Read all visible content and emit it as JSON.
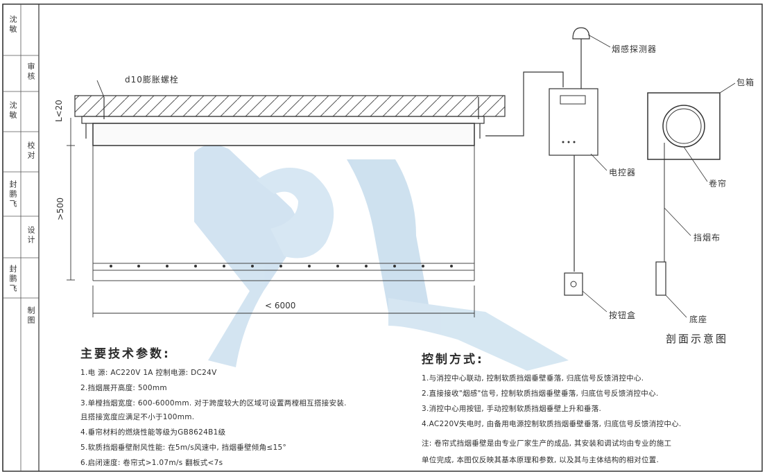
{
  "title_block": {
    "cells": [
      "沈敏",
      "审核",
      "沈敏",
      "校对",
      "封鹏飞",
      "设计",
      "封鹏飞",
      "制图"
    ]
  },
  "drawing": {
    "bolt_label": "d10膨胀螺栓",
    "gap_label": "L<20",
    "height_label": ">500",
    "width_label": "< 6000",
    "detector_label": "烟感探测器",
    "controller_label": "电控器",
    "button_label": "按钮盒",
    "housing_label": "包箱",
    "roller_label": "卷帘",
    "curtain_label": "挡烟布",
    "base_label": "底座",
    "section_title": "剖面示意图"
  },
  "params": {
    "title": "主要技术参数:",
    "items": [
      "1.电   源:   AC220V   1A        控制电源:   DC24V",
      "2.挡烟展开高度:   500mm",
      "3.单樘挡烟宽度:   600-6000mm. 对于跨度较大的区域可设置两樘相互搭接安装.",
      "且搭接宽度应满足不小于100mm.",
      "4.垂帘材料的燃烧性能等级为GB8624B1级",
      "5.软质挡烟垂壁耐风性能: 在5m/s风速中, 挡烟垂壁倾角≤15°",
      "6.启闭速度:    卷帘式>1.07m/s       翻板式<7s"
    ]
  },
  "control": {
    "title": "控制方式:",
    "items": [
      "1.与消控中心联动, 控制软质挡烟垂壁垂落, 归底信号反馈消控中心.",
      "2.直接接收\"烟感\"信号, 控制软质挡烟垂壁垂落, 归底信号反馈消控中心.",
      "3.消控中心用按钮, 手动控制软质挡烟垂壁上升和垂落.",
      "4.AC220V失电时, 由备用电源控制软质挡烟垂壁垂落, 归底信号反馈消控中心."
    ],
    "note_1": "注: 卷帘式挡烟垂壁是由专业厂家生产的成品, 其安装和调试均由专业的施工",
    "note_2": "单位完成, 本图仅反映其基本原理和参数, 以及其与主体结构的相对位置."
  }
}
